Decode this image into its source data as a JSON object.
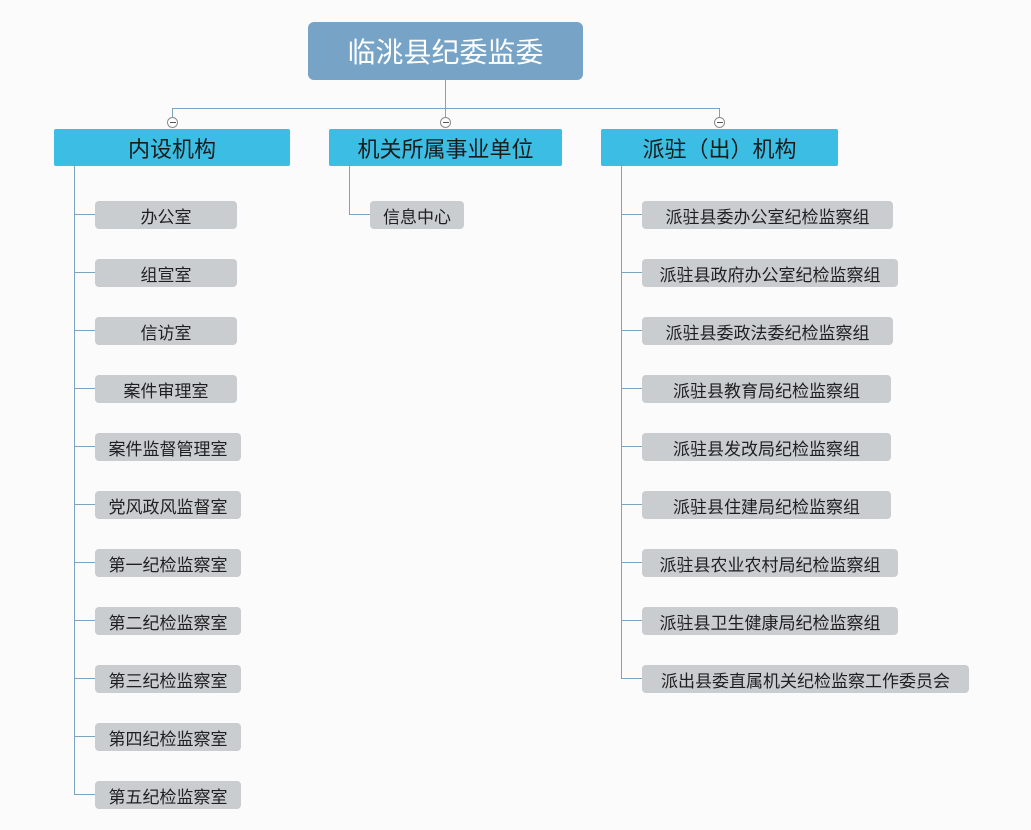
{
  "root": {
    "title": "临洮县纪委监委"
  },
  "categories": [
    {
      "label": "内设机构",
      "items": [
        "办公室",
        "组宣室",
        "信访室",
        "案件审理室",
        "案件监督管理室",
        "党风政风监督室",
        "第一纪检监察室",
        "第二纪检监察室",
        "第三纪检监察室",
        "第四纪检监察室",
        "第五纪检监察室"
      ]
    },
    {
      "label": "机关所属事业单位",
      "items": [
        "信息中心"
      ]
    },
    {
      "label": "派驻（出）机构",
      "items": [
        "派驻县委办公室纪检监察组",
        "派驻县政府办公室纪检监察组",
        "派驻县委政法委纪检监察组",
        "派驻县教育局纪检监察组",
        "派驻县发改局纪检监察组",
        "派驻县住建局纪检监察组",
        "派驻县农业农村局纪检监察组",
        "派驻县卫生健康局纪检监察组",
        "派出县委直属机关纪检监察工作委员会"
      ]
    }
  ],
  "colors": {
    "root_bg": "#76a3c6",
    "category_bg": "#3cbde3",
    "leaf_bg": "#c9cdd0",
    "connector": "#7ea3bd"
  }
}
